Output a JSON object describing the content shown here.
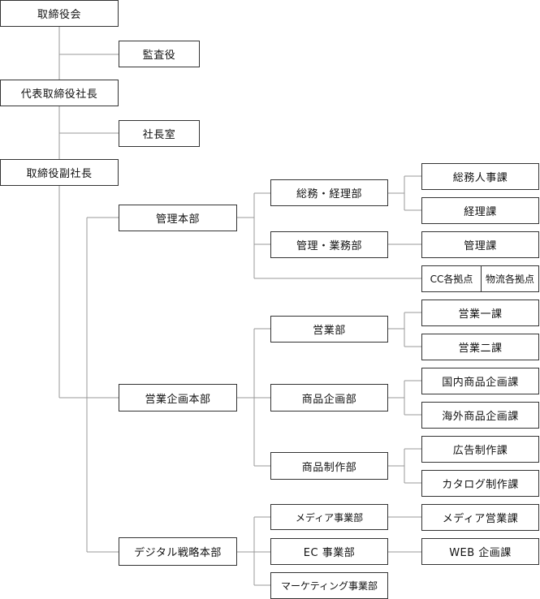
{
  "org": {
    "board": "取締役会",
    "auditor": "監査役",
    "president": "代表取締役社長",
    "president_office": "社長室",
    "vice_president": "取締役副社長",
    "admin_hq": "管理本部",
    "general_finance": "総務・経理部",
    "general_hr": "総務人事課",
    "accounting": "経理課",
    "mgmt_business": "管理・業務部",
    "mgmt_section": "管理課",
    "cc_sites": "CC各拠点",
    "logistics_sites": "物流各拠点",
    "sales_planning_hq": "営業企画本部",
    "sales_dept": "営業部",
    "sales_1": "営業一課",
    "sales_2": "営業二課",
    "product_planning": "商品企画部",
    "domestic_planning": "国内商品企画課",
    "overseas_planning": "海外商品企画課",
    "product_production": "商品制作部",
    "ad_production": "広告制作課",
    "catalog_production": "カタログ制作課",
    "digital_strategy_hq": "デジタル戦略本部",
    "media_business": "メディア事業部",
    "media_sales": "メディア営業課",
    "ec_business": "EC 事業部",
    "web_planning": "WEB 企画課",
    "marketing_business": "マーケティング事業部"
  }
}
